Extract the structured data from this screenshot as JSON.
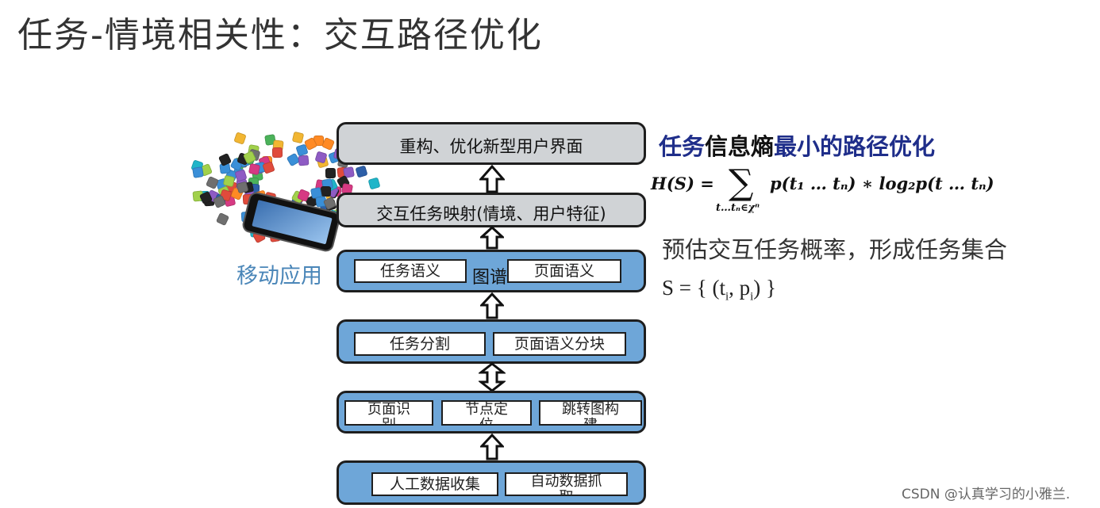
{
  "title": "任务-情境相关性：交互路径优化",
  "mobile_label": "移动应用",
  "layers": {
    "ui": "重构、优化新型用户界面",
    "mapping": "交互任务映射(情境、用户特征)",
    "graph": {
      "center": "图谱",
      "left": "任务语义",
      "right": "页面语义"
    },
    "segment": {
      "left": "任务分割",
      "right": "页面语义分块"
    },
    "recognize": {
      "a": "页面识别",
      "b": "节点定位",
      "c": "跳转图构建"
    },
    "collect": {
      "left": "人工数据收集",
      "right": "自动数据抓取"
    }
  },
  "right_panel": {
    "title_part1": "任务",
    "title_part2": "信息熵",
    "title_part3": "最小的路径优化",
    "formula_lhs": "H(S) =",
    "formula_sigma": "∑",
    "formula_under": "t…tₙ∈χⁿ",
    "formula_rhs": "p(t₁ … tₙ) ∗ log₂p(t … tₙ)",
    "estimate": "预估交互任务概率，形成任务集合",
    "set_prefix": "S = { (t",
    "set_sub_t": "i",
    "set_mid": ", p",
    "set_sub_p": "i",
    "set_suffix": ") }"
  },
  "watermark": "CSDN @认真学习的小雅兰."
}
